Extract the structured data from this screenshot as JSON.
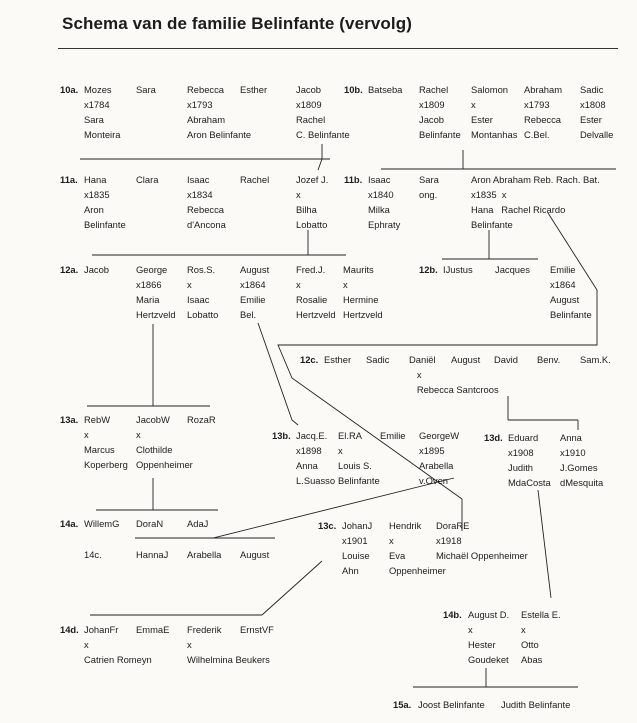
{
  "title": "Schema van de familie Belinfante (vervolg)",
  "generations": [
    {
      "label": "10a.",
      "people": [
        [
          "Mozes",
          "x1784",
          "Sara",
          "Monteira"
        ],
        [
          "Sara"
        ],
        [
          "Rebecca",
          "x1793",
          "Abraham",
          "Aron Belinfante"
        ],
        [
          "Esther"
        ],
        [
          "Jacob",
          "x1809",
          "Rachel",
          "C. Belinfante"
        ]
      ]
    },
    {
      "label": "10b.",
      "people": [
        [
          "Batseba"
        ],
        [
          "Rachel",
          "x1809",
          "Jacob",
          "Belinfante"
        ],
        [
          "Salomon",
          "x",
          "Ester",
          "Montanhas"
        ],
        [
          "Abraham",
          "x1793",
          "Rebecca",
          "C.Bel."
        ],
        [
          "Sadic",
          "x1808",
          "Ester",
          "Delvalle"
        ]
      ]
    },
    {
      "label": "11a.",
      "people": [
        [
          "Hana",
          "x1835",
          "Aron",
          "Belinfante"
        ],
        [
          "Clara"
        ],
        [
          "Isaac",
          "x1834",
          "Rebecca",
          "d'Ancona"
        ],
        [
          "Rachel"
        ],
        [
          "Jozef J.",
          "x",
          "Bilha",
          "Lobatto"
        ]
      ]
    },
    {
      "label": "11b.",
      "people": [
        [
          "Isaac",
          "x1840",
          "Milka",
          "Ephraty"
        ],
        [
          "Sara",
          "ong."
        ],
        [
          "Aron Abraham Reb. Rach. Bat.",
          "x1835  x",
          "Hana   Rachel Ricardo",
          "Belinfante"
        ]
      ]
    },
    {
      "label": "12a.",
      "people": [
        [
          "Jacob"
        ],
        [
          "George",
          "x1866",
          "Maria",
          "Hertzveld"
        ],
        [
          "Ros.S.",
          "x",
          "Isaac",
          "Lobatto"
        ],
        [
          "August",
          "x1864",
          "Emilie",
          "Bel."
        ],
        [
          "Fred.J.",
          "x",
          "Rosalie",
          "Hertzveld"
        ],
        [
          "Maurits",
          "x",
          "Hermine",
          "Hertzveld"
        ]
      ]
    },
    {
      "label": "12b.",
      "people": [
        [
          "IJustus"
        ],
        [
          "Jacques"
        ],
        [
          "Emilie",
          "x1864",
          "August",
          "Belinfante"
        ]
      ]
    },
    {
      "label": "12c.",
      "people": [
        [
          "Esther"
        ],
        [
          "Sadic"
        ],
        [
          "Daniël",
          "x",
          "Rebecca Santcroos"
        ],
        [
          "August"
        ],
        [
          "David"
        ],
        [
          "Benv."
        ],
        [
          "Sam.K."
        ]
      ]
    },
    {
      "label": "13a.",
      "people": [
        [
          "RebW",
          "x",
          "Marcus",
          "Koperberg"
        ],
        [
          "JacobW",
          "x",
          "Clothilde",
          "Oppenheimer"
        ],
        [
          "RozaR"
        ]
      ]
    },
    {
      "label": "13b.",
      "people": [
        [
          "Jacq.E.",
          "x1898",
          "Anna",
          "L.Suasso"
        ],
        [
          "El.RA",
          "x",
          "Louis S.",
          "Belinfante"
        ],
        [
          "Emilie"
        ],
        [
          "GeorgeW",
          "x1895",
          "Arabella",
          "v.Oven"
        ]
      ]
    },
    {
      "label": "13d.",
      "people": [
        [
          "Eduard",
          "x1908",
          "Judith",
          "MdaCosta"
        ],
        [
          "Anna",
          "x1910",
          "J.Gomes",
          "dMesquita"
        ]
      ]
    },
    {
      "label": "14a.",
      "people": [
        [
          "WillemG"
        ],
        [
          "DoraN"
        ],
        [
          "AdaJ"
        ]
      ]
    },
    {
      "label": "14c.",
      "people": [
        [
          "HannaJ"
        ],
        [
          "Arabella"
        ],
        [
          "August"
        ]
      ]
    },
    {
      "label": "13c.",
      "people": [
        [
          "JohanJ",
          "x1901",
          "Louise",
          "Ahn"
        ],
        [
          "Hendrik",
          "x",
          "Eva",
          "Oppenheimer"
        ],
        [
          "DoraRE",
          "x1918",
          "Michaël Oppenheimer"
        ]
      ]
    },
    {
      "label": "14b.",
      "people": [
        [
          "August D.",
          "x",
          "Hester",
          "Goudeket"
        ],
        [
          "Estella E.",
          "x",
          "Otto",
          "Abas"
        ]
      ]
    },
    {
      "label": "14d.",
      "people": [
        [
          "JohanFr",
          "x",
          "Catrien Romeyn"
        ],
        [
          "EmmaE"
        ],
        [
          "Frederik",
          "x",
          "Wilhelmina Beukers"
        ],
        [
          "ErnstVF"
        ]
      ]
    },
    {
      "label": "15a.",
      "people": [
        [
          "Joost Belinfante"
        ],
        [
          "Judith Belinfante"
        ]
      ]
    }
  ]
}
